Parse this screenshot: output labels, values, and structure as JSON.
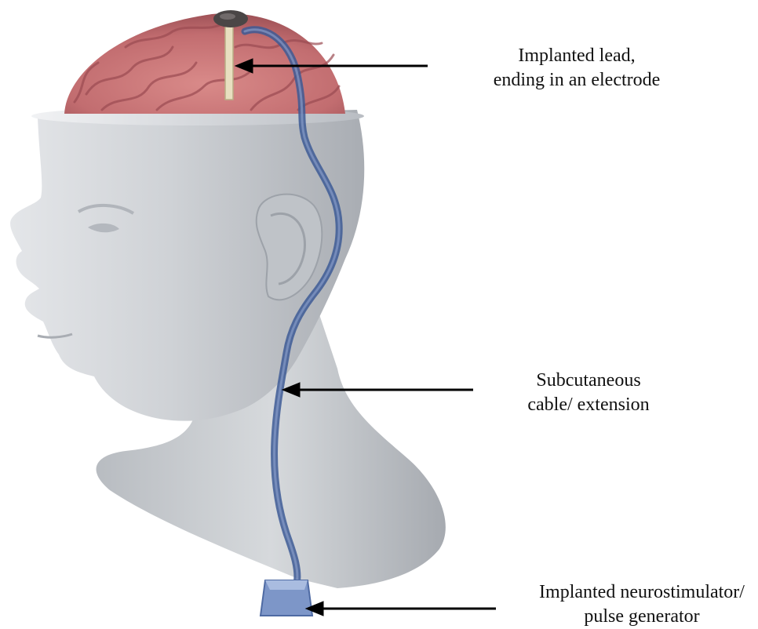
{
  "labels": {
    "lead": {
      "line1": "Implanted lead,",
      "line2": "ending in an electrode"
    },
    "cable": {
      "line1": "Subcutaneous",
      "line2": "cable/ extension"
    },
    "stimulator": {
      "line1": "Implanted neurostimulator/",
      "line2": "pulse generator"
    }
  },
  "icons": {
    "head": "mannequin-head-icon",
    "brain": "brain-icon",
    "electrode": "electrode-icon",
    "cable": "cable-icon",
    "generator": "pulse-generator-icon"
  },
  "colors": {
    "head": "#c9ccd0",
    "brain": "#c9777a",
    "cable": "#3d5a95",
    "electrode": "#e8dfc0",
    "burr_cap": "#4a4646",
    "arrow": "#000000"
  }
}
